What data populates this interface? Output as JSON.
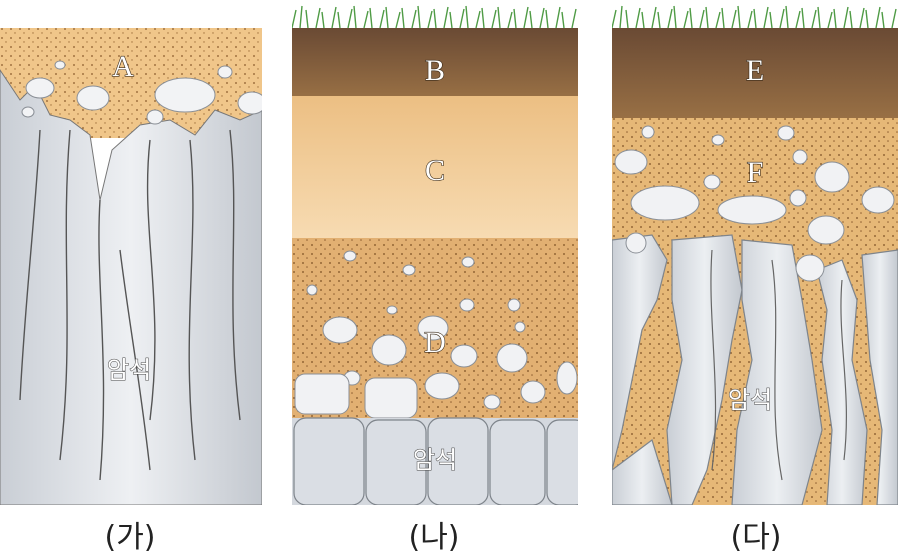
{
  "panels": [
    {
      "caption": "(가)",
      "rock_label": "암석",
      "layers": [
        "A"
      ]
    },
    {
      "caption": "(나)",
      "rock_label": "암석",
      "layers": [
        "B",
        "C",
        "D"
      ]
    },
    {
      "caption": "(다)",
      "rock_label": "암석",
      "layers": [
        "E",
        "F"
      ]
    }
  ],
  "colors": {
    "topsoil": "#6e4d35",
    "sandy": "#f0c68a",
    "pebbly_soil": "#e2b072",
    "rock": "#d9dde3",
    "grass": "#4f9b45"
  }
}
